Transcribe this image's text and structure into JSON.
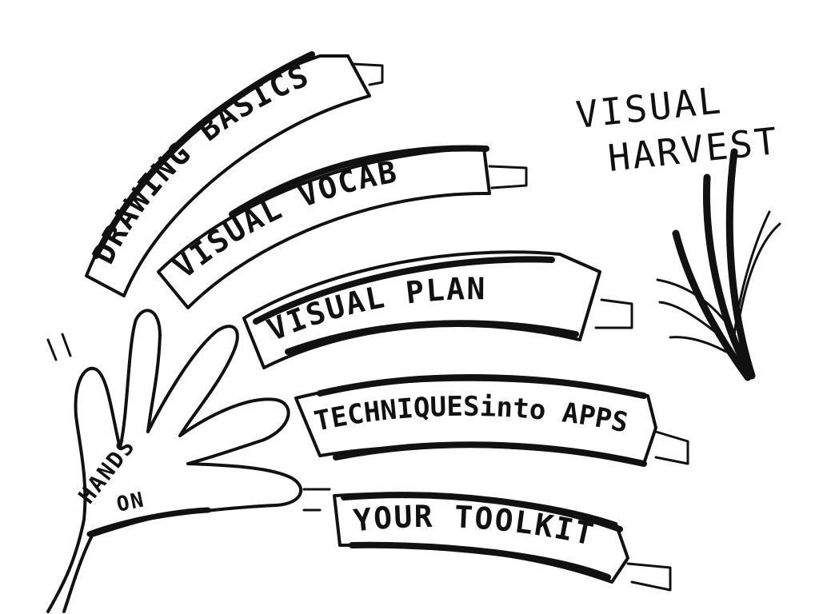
{
  "title": {
    "line1": "VISUAL",
    "line2": "HARVEST"
  },
  "hand": {
    "line1": "HANDS",
    "line2": "ON"
  },
  "banners": [
    {
      "label": "DRAWING BASICS"
    },
    {
      "label": "VISUAL VOCAB"
    },
    {
      "label": "VISUAL PLAN"
    },
    {
      "label": "TECHNIQUESinto APPS"
    },
    {
      "label": "YOUR TOOLKIT"
    }
  ],
  "colors": {
    "ink": "#111111",
    "paper": "#ffffff"
  }
}
